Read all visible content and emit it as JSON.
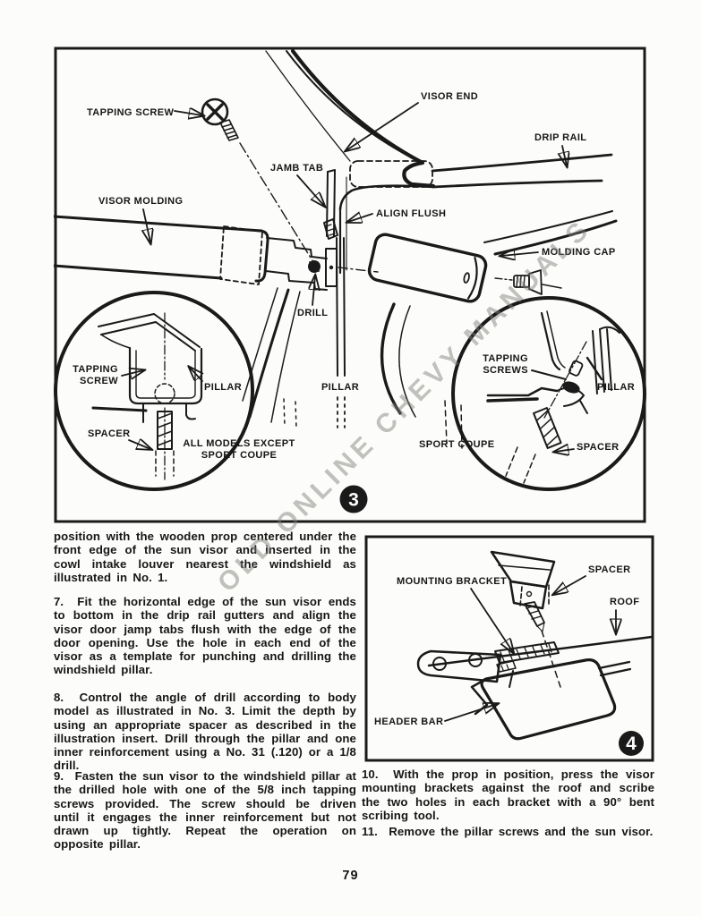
{
  "page": {
    "number": "79"
  },
  "watermark": "OLD ONLINE CHEVY MANUALS",
  "colors": {
    "ink": "#1a1a1a",
    "paper": "#fcfcfa",
    "watermark": "#807d7c"
  },
  "figure3": {
    "badge": "3",
    "labels": {
      "tapping_screw": "TAPPING SCREW",
      "visor_end": "VISOR END",
      "drip_rail": "DRIP RAIL",
      "jamb_tab": "JAMB TAB",
      "align_flush": "ALIGN FLUSH",
      "visor_molding": "VISOR MOLDING",
      "molding_cap": "MOLDING CAP",
      "drill": "DRILL",
      "pillar": "PILLAR"
    },
    "inset_left": {
      "tapping_line1": "TAPPING",
      "tapping_line2": "SCREW",
      "pillar": "PILLAR",
      "spacer": "SPACER",
      "caption_line1": "ALL MODELS EXCEPT",
      "caption_line2": "SPORT COUPE"
    },
    "inset_right": {
      "tapping_line1": "TAPPING",
      "tapping_line2": "SCREWS",
      "pillar": "PILLAR",
      "spacer": "SPACER",
      "caption": "SPORT COUPE"
    }
  },
  "figure4": {
    "badge": "4",
    "labels": {
      "mounting_bracket": "MOUNTING BRACKET",
      "spacer": "SPACER",
      "roof": "ROOF",
      "header_bar": "HEADER BAR"
    }
  },
  "text": {
    "intro_continuation": "position with the wooden prop centered under the front edge of the sun visor and inserted in the cowl intake louver nearest the windshield as illustrated in No. 1.",
    "item7": "7.  Fit the horizontal edge of the sun visor ends to bottom in the drip rail gutters and align the visor door jamp tabs flush with the edge of the door opening. Use the hole in each end of the visor as a template for punching and drilling the windshield pillar.",
    "item8": "8.  Control the angle of drill according to body model as illustrated in No. 3. Limit the depth by using an appropriate spacer as described in the illustration insert. Drill through the pillar and one inner reinforcement using a No. 31 (.120) or a 1/8 drill.",
    "item9": "9.  Fasten the sun visor to the windshield pillar at the drilled hole with one of the 5/8 inch tapping screws provided. The screw should be driven until it engages the inner reinforcement but not drawn up tightly. Repeat the operation on opposite pillar.",
    "item10": "10.  With the prop in position, press the visor mounting brackets against the roof and scribe the two holes in each bracket with a 90° bent scribing tool.",
    "item11": "11.  Remove the pillar screws and the sun visor."
  }
}
